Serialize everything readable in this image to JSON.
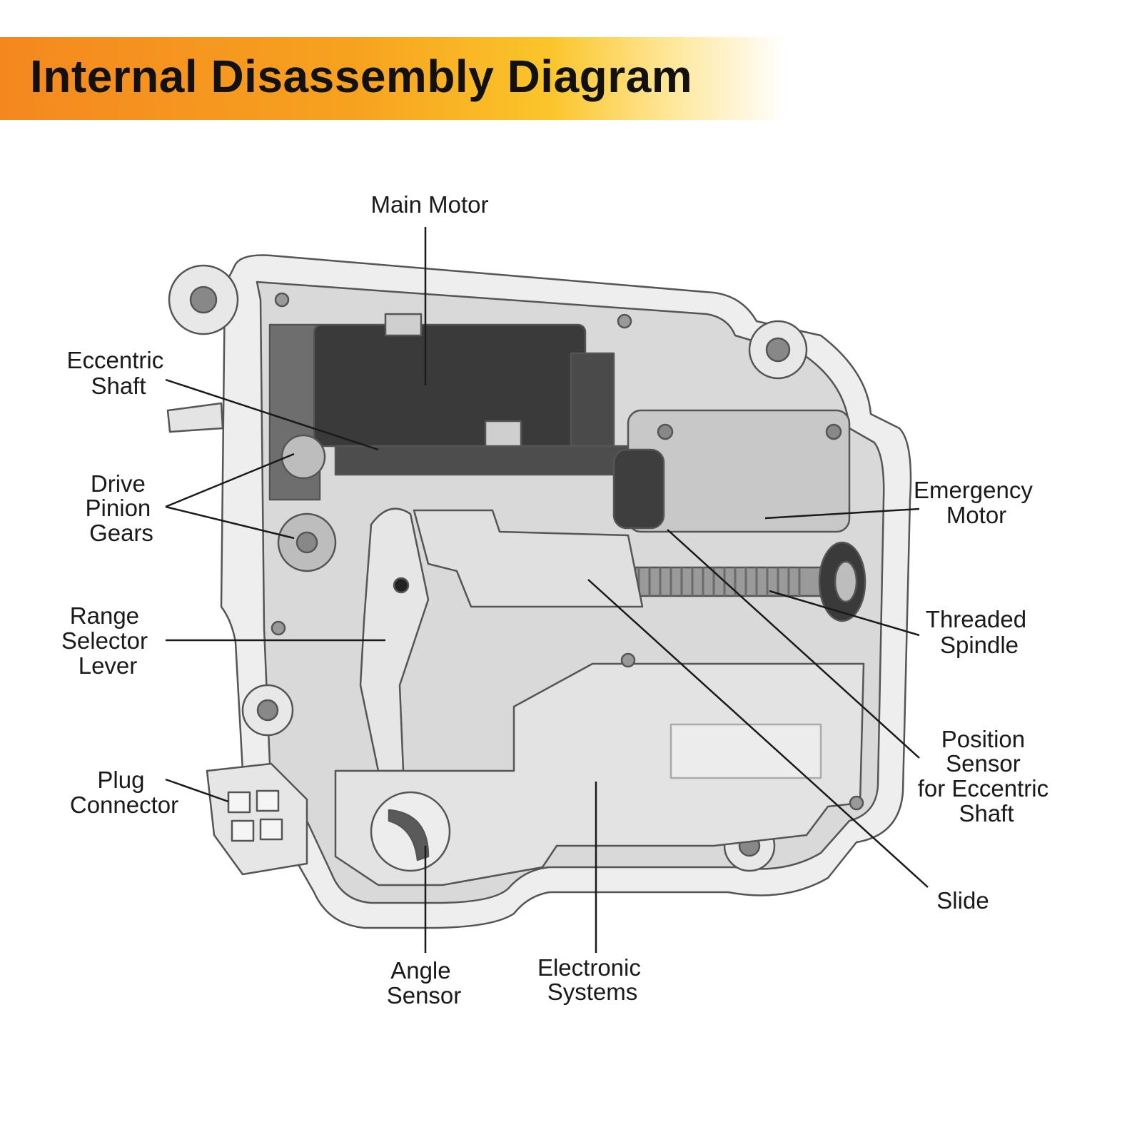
{
  "header": {
    "title": "Internal Disassembly Diagram"
  },
  "colors": {
    "banner_start": "#f4881f",
    "banner_end": "#fbc52a",
    "text": "#111111"
  },
  "labels": {
    "main_motor": [
      "Main Motor"
    ],
    "eccentric_shaft": [
      "Eccentric",
      "Shaft"
    ],
    "drive_pinion_gears": [
      "Drive",
      "Pinion",
      "Gears"
    ],
    "range_selector_lever": [
      "Range",
      "Selector",
      "Lever"
    ],
    "plug_connector": [
      "Plug",
      "Connector"
    ],
    "angle_sensor": [
      "Angle",
      "Sensor"
    ],
    "electronic_systems": [
      "Electronic",
      "Systems"
    ],
    "emergency_motor": [
      "Emergency",
      "Motor"
    ],
    "threaded_spindle": [
      "Threaded",
      "Spindle"
    ],
    "position_sensor": [
      "Position",
      "Sensor",
      "for Eccentric",
      "Shaft"
    ],
    "slide": [
      "Slide"
    ]
  }
}
